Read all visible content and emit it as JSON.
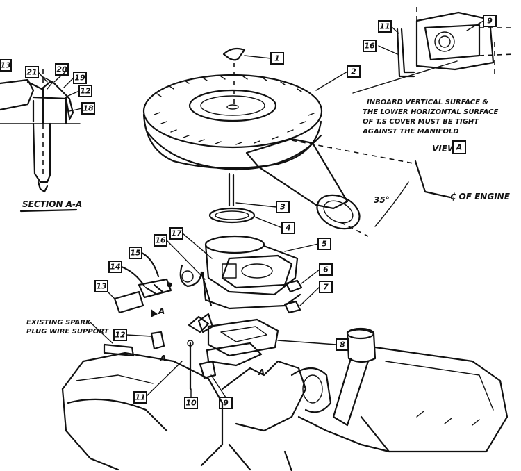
{
  "callouts": [
    "1",
    "2",
    "3",
    "4",
    "5",
    "6",
    "7",
    "8",
    "9",
    "10",
    "11",
    "12",
    "13",
    "14",
    "15",
    "16",
    "17",
    "18",
    "19",
    "20",
    "21"
  ],
  "section_a_label": "SECTION A-A",
  "view_label": "VIEW",
  "view_letter": "A",
  "view_note": [
    "INBOARD VERTICAL SURFACE &",
    "THE LOWER HORIZONTAL SURFACE",
    "OF T.S COVER MUST BE TIGHT",
    "AGAINST THE MANIFOLD"
  ],
  "angle_label": "35°",
  "centerline_label": "₵ OF ENGINE",
  "spark_note": [
    "EXISTING SPARK",
    "PLUG WIRE SUPPORT"
  ],
  "section_marker": "A"
}
